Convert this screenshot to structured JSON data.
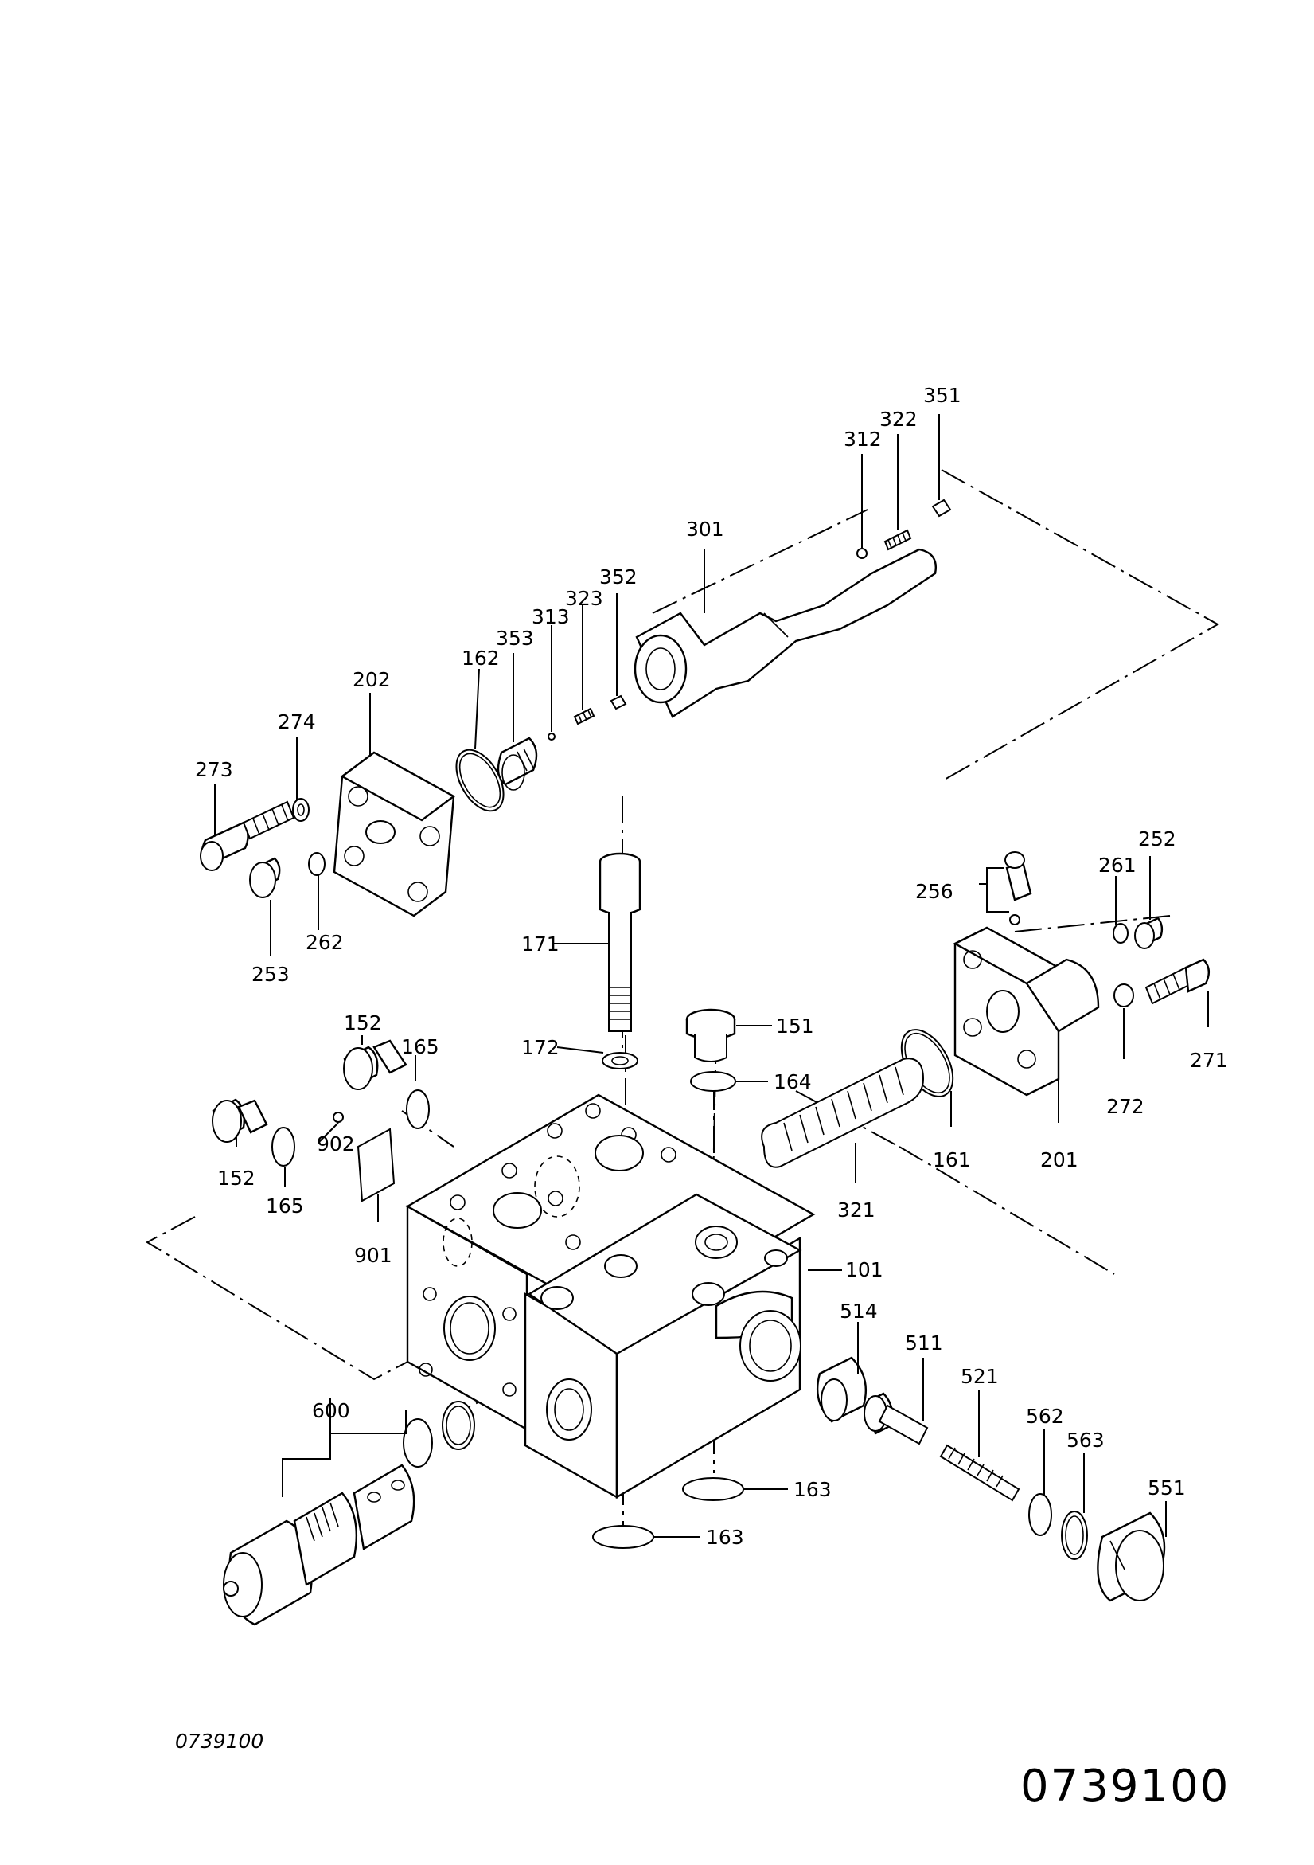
{
  "diagram": {
    "drawing_code": "0739100",
    "caption": "0739100",
    "parts": [
      {
        "id": "p351",
        "label": "351"
      },
      {
        "id": "p322",
        "label": "322"
      },
      {
        "id": "p312",
        "label": "312"
      },
      {
        "id": "p301",
        "label": "301"
      },
      {
        "id": "p352",
        "label": "352"
      },
      {
        "id": "p323",
        "label": "323"
      },
      {
        "id": "p313",
        "label": "313"
      },
      {
        "id": "p353",
        "label": "353"
      },
      {
        "id": "p162",
        "label": "162"
      },
      {
        "id": "p202",
        "label": "202"
      },
      {
        "id": "p274",
        "label": "274"
      },
      {
        "id": "p273",
        "label": "273"
      },
      {
        "id": "p253",
        "label": "253"
      },
      {
        "id": "p262",
        "label": "262"
      },
      {
        "id": "p252",
        "label": "252"
      },
      {
        "id": "p261",
        "label": "261"
      },
      {
        "id": "p256",
        "label": "256"
      },
      {
        "id": "p171",
        "label": "171"
      },
      {
        "id": "p151",
        "label": "151"
      },
      {
        "id": "p172",
        "label": "172"
      },
      {
        "id": "p164",
        "label": "164"
      },
      {
        "id": "p271",
        "label": "271"
      },
      {
        "id": "p272",
        "label": "272"
      },
      {
        "id": "p201",
        "label": "201"
      },
      {
        "id": "p161",
        "label": "161"
      },
      {
        "id": "p321",
        "label": "321"
      },
      {
        "id": "p152a",
        "label": "152"
      },
      {
        "id": "p165a",
        "label": "165"
      },
      {
        "id": "p152b",
        "label": "152"
      },
      {
        "id": "p165b",
        "label": "165"
      },
      {
        "id": "p902",
        "label": "902"
      },
      {
        "id": "p901",
        "label": "901"
      },
      {
        "id": "p101",
        "label": "101"
      },
      {
        "id": "p514",
        "label": "514"
      },
      {
        "id": "p511",
        "label": "511"
      },
      {
        "id": "p521",
        "label": "521"
      },
      {
        "id": "p562",
        "label": "562"
      },
      {
        "id": "p563",
        "label": "563"
      },
      {
        "id": "p551",
        "label": "551"
      },
      {
        "id": "p600",
        "label": "600"
      },
      {
        "id": "p163a",
        "label": "163"
      },
      {
        "id": "p163b",
        "label": "163"
      }
    ]
  }
}
